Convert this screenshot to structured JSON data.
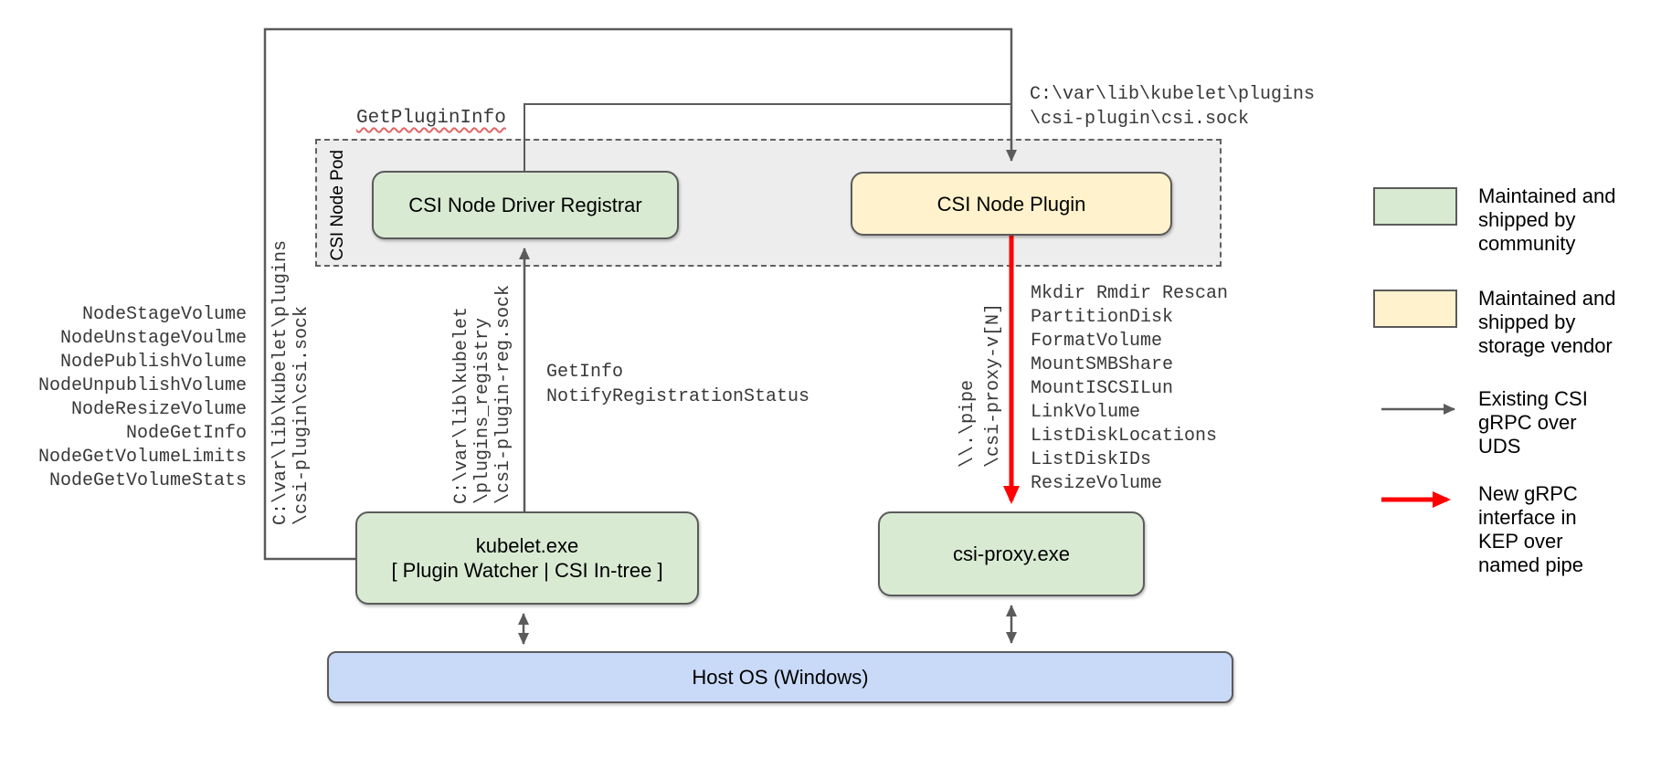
{
  "diagram": {
    "pod_label": "CSI Node Pod",
    "boxes": {
      "registrar": "CSI Node Driver Registrar",
      "plugin": "CSI Node Plugin",
      "kubelet_line1": "kubelet.exe",
      "kubelet_line2": "[ Plugin Watcher | CSI In-tree ]",
      "csi_proxy": "csi-proxy.exe",
      "host_os": "Host OS (Windows)"
    },
    "labels": {
      "get_plugin_info": "GetPluginInfo",
      "csi_sock_top_right": [
        "C:\\var\\lib\\kubelet\\plugins",
        "\\csi-plugin\\csi.sock"
      ],
      "csi_sock_left_rotated": [
        "C:\\var\\lib\\kubelet\\plugins",
        "\\csi-plugin\\csi.sock"
      ],
      "reg_sock_rotated": [
        "C:\\var\\lib\\kubelet",
        "\\plugins_registry",
        "\\csi-plugin-reg.sock"
      ],
      "named_pipe_rotated": [
        "\\\\.\\pipe",
        "\\csi-proxy-v[N]"
      ],
      "registration_calls": [
        "GetInfo",
        "NotifyRegistrationStatus"
      ]
    },
    "node_calls": [
      "NodeStageVolume",
      "NodeUnstageVoulme",
      "NodePublishVolume",
      "NodeUnpublishVolume",
      "NodeResizeVolume",
      "NodeGetInfo",
      "NodeGetVolumeLimits",
      "NodeGetVolumeStats"
    ],
    "proxy_ops": [
      "Mkdir Rmdir Rescan",
      "PartitionDisk",
      "FormatVolume",
      "MountSMBShare",
      "MountISCSILun",
      "LinkVolume",
      "ListDiskLocations",
      "ListDiskIDs",
      "ResizeVolume"
    ]
  },
  "legend": {
    "community": {
      "lines": [
        "Maintained and",
        "shipped by",
        "community"
      ]
    },
    "vendor": {
      "lines": [
        "Maintained and",
        "shipped by",
        "storage vendor"
      ]
    },
    "uds": {
      "lines": [
        "Existing CSI",
        "gRPC over",
        "UDS"
      ]
    },
    "named_pipe": {
      "lines": [
        "New gRPC",
        "interface in",
        "KEP over",
        "named pipe"
      ]
    }
  },
  "colors": {
    "community_green": "#d9ead3",
    "vendor_yellow": "#fff2cc",
    "host_blue": "#c9daf8",
    "pod_gray": "#ededed",
    "line_gray": "#5b5b5b",
    "new_interface_red": "#ff0000",
    "squiggle_red": "#e06666"
  }
}
